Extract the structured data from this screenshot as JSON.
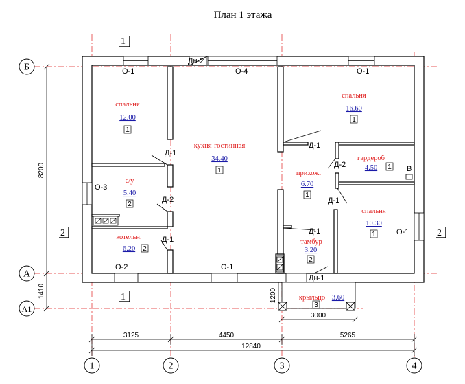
{
  "title": "План 1 этажа",
  "axes": {
    "a1": "1",
    "a2": "2",
    "a3": "3",
    "a4": "4",
    "b": "Б",
    "a": "А",
    "a1row": "А1"
  },
  "section_marks": {
    "s1": "1",
    "s2": "2"
  },
  "rooms": {
    "bedroom1": {
      "name": "спальня",
      "area": "12.00",
      "tag": "1"
    },
    "living": {
      "name": "кухня-гостинная",
      "area": "34.40",
      "tag": "1"
    },
    "bedroom2": {
      "name": "спальня",
      "area": "16.60",
      "tag": "1"
    },
    "bath": {
      "name": "с/у",
      "area": "5.40",
      "tag": "2"
    },
    "hall": {
      "name": "прихож.",
      "area": "6.70",
      "tag": "1"
    },
    "wardrobe": {
      "name": "гардероб",
      "area": "4.50",
      "tag": "1"
    },
    "bedroom3": {
      "name": "спальня",
      "area": "10.30",
      "tag": "1"
    },
    "boiler": {
      "name": "котельн.",
      "area": "6.20",
      "tag": "2"
    },
    "vestibule": {
      "name": "тамбур",
      "area": "3.20",
      "tag": "2"
    },
    "porch": {
      "name": "крыльцо",
      "area": "3.60",
      "tag": "3"
    }
  },
  "openings": {
    "o1_a": "О-1",
    "o4": "О-4",
    "o1_b": "О-1",
    "o3": "О-3",
    "o2": "О-2",
    "o1_c": "О-1",
    "o1_d": "О-1",
    "dn2": "Дн-2",
    "dn1": "Дн-1",
    "d1_a": "Д-1",
    "d2_a": "Д-2",
    "d1_b": "Д-1",
    "d1_c": "Д-1",
    "d2_b": "Д-2",
    "d1_d": "Д-1",
    "d1_e": "Д-1",
    "v": "В"
  },
  "dimensions": {
    "height": "8200",
    "offset": "1410",
    "porch_depth": "1200",
    "porch_width": "3000",
    "span1": "3125",
    "span2": "4450",
    "span3": "5265",
    "total": "12840"
  }
}
